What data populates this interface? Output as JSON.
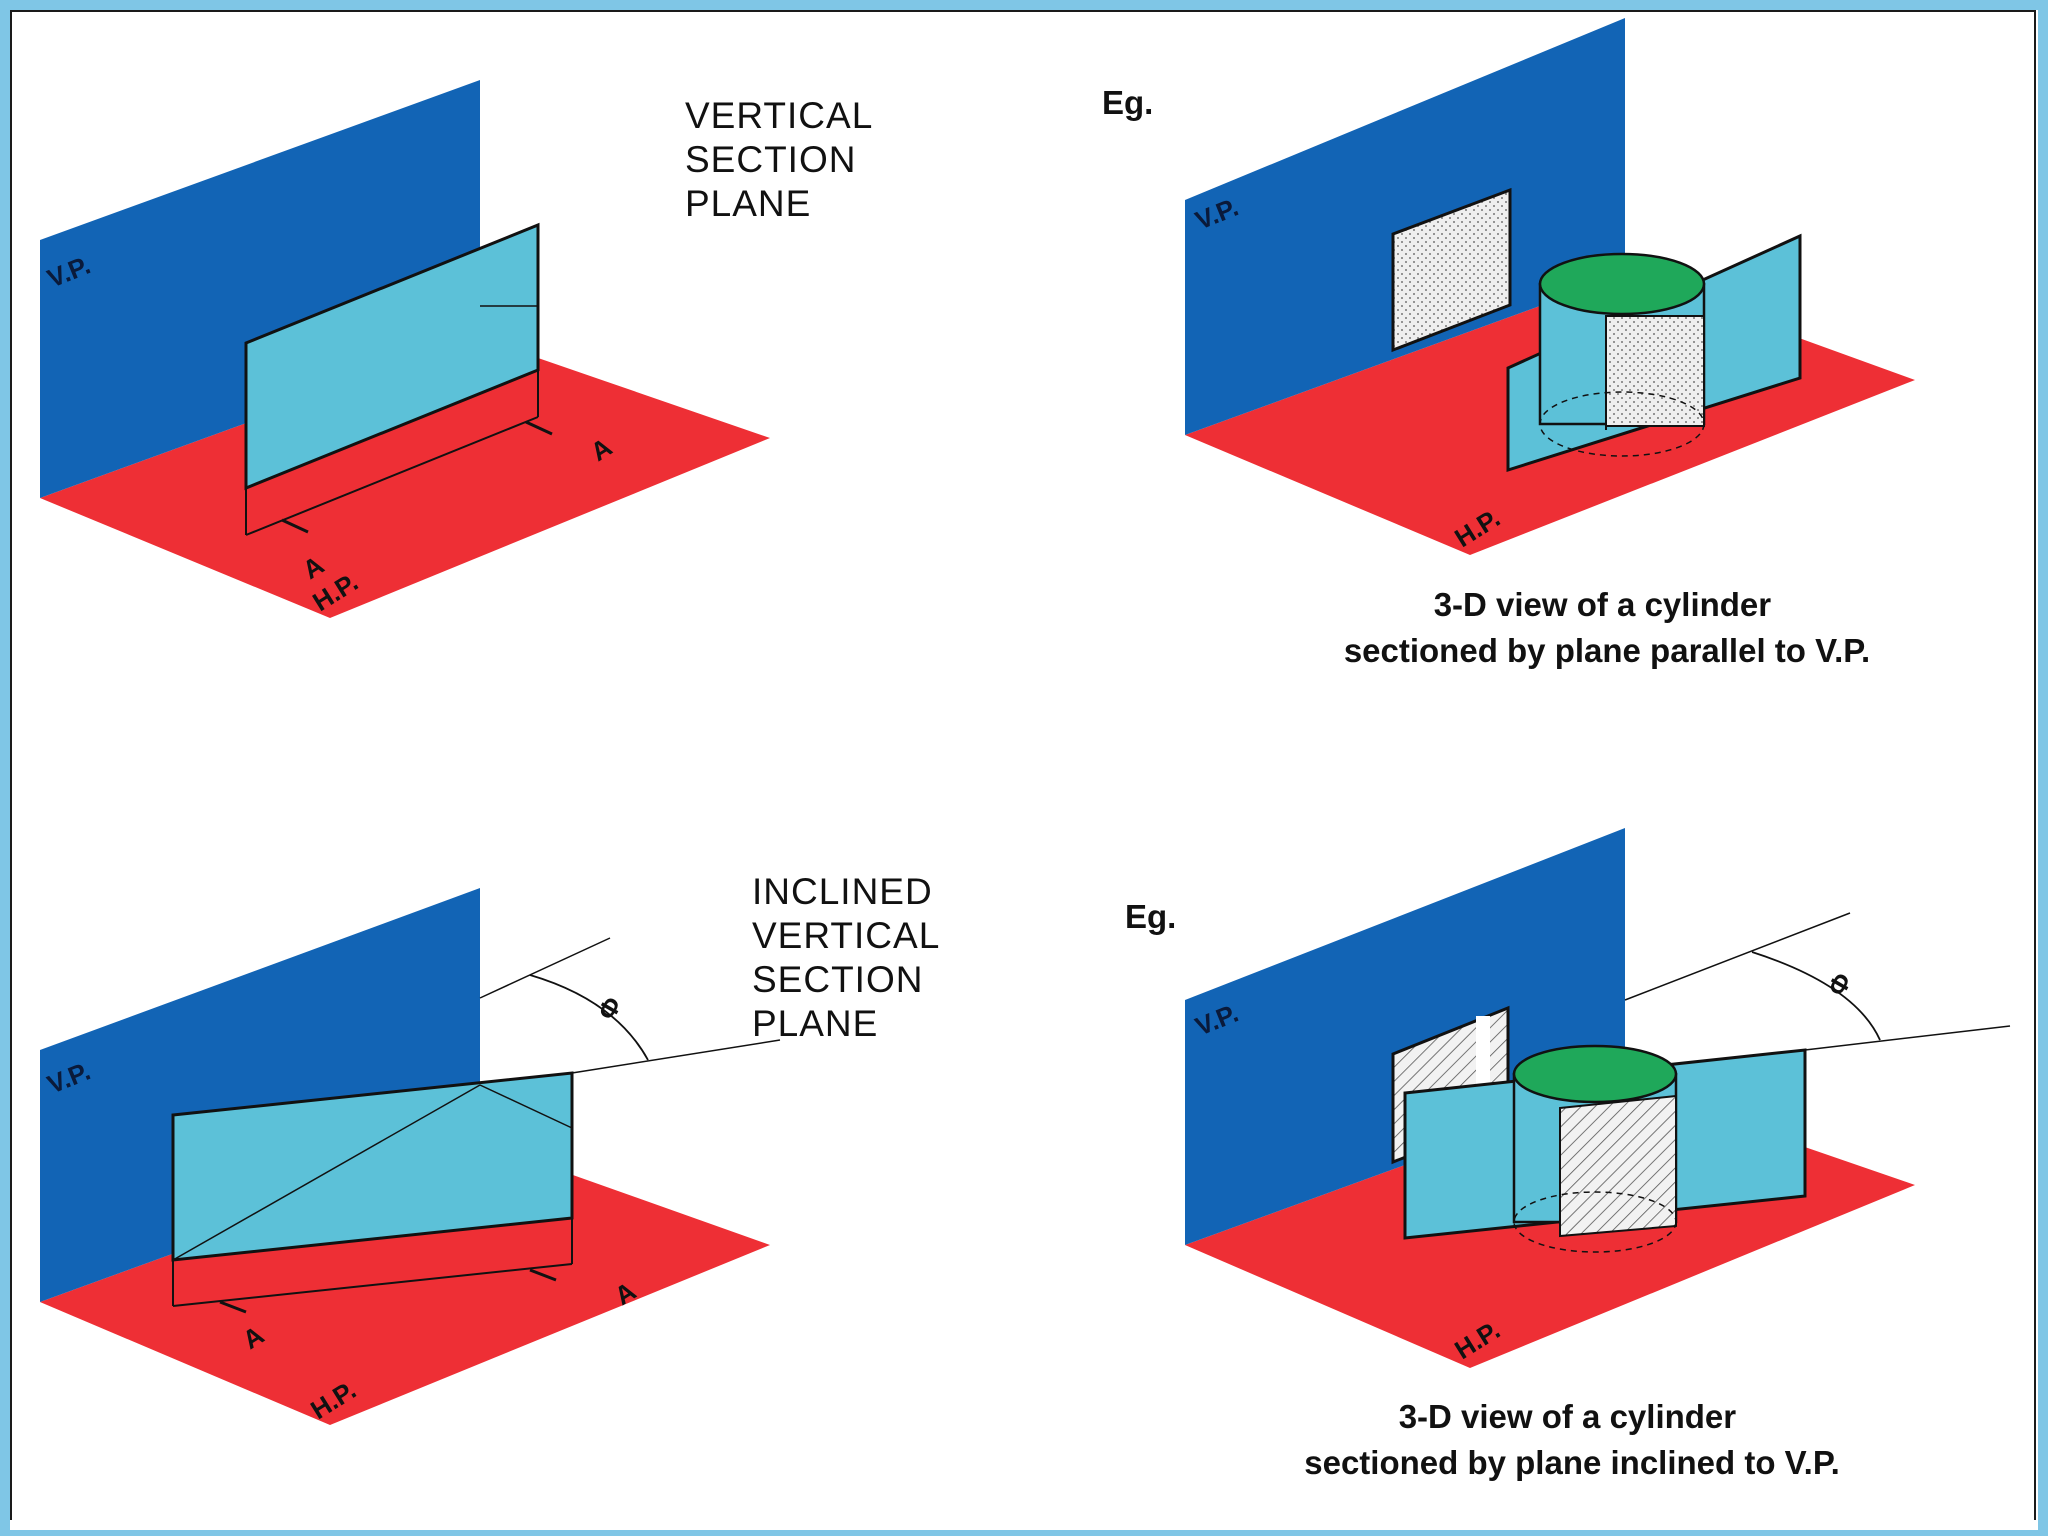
{
  "colors": {
    "vertical_plane": "#1264b5",
    "horizontal_plane": "#ee2f35",
    "section_plane": "#5cc1d8",
    "cylinder_top": "#1fa85a",
    "frame": "#7fc6e6"
  },
  "panels": {
    "top_left": {
      "heading": [
        "VERTICAL",
        "SECTION",
        "PLANE"
      ],
      "vp_label": "V.P.",
      "hp_label": "H.P.",
      "section_label_1": "A",
      "section_label_2": "A"
    },
    "top_right": {
      "eg_label": "Eg.",
      "vp_label": "V.P.",
      "hp_label": "H.P.",
      "caption": [
        "3-D view of a cylinder",
        "sectioned by plane parallel to V.P."
      ]
    },
    "bottom_left": {
      "heading": [
        "INCLINED",
        "VERTICAL",
        "SECTION",
        "PLANE"
      ],
      "vp_label": "V.P.",
      "hp_label": "H.P.",
      "section_label_1": "A",
      "section_label_2": "A",
      "angle_label": "Φ"
    },
    "bottom_right": {
      "eg_label": "Eg.",
      "vp_label": "V.P.",
      "hp_label": "H.P.",
      "angle_label": "Φ",
      "caption": [
        "3-D view of a cylinder",
        "sectioned by plane inclined to V.P."
      ]
    }
  }
}
